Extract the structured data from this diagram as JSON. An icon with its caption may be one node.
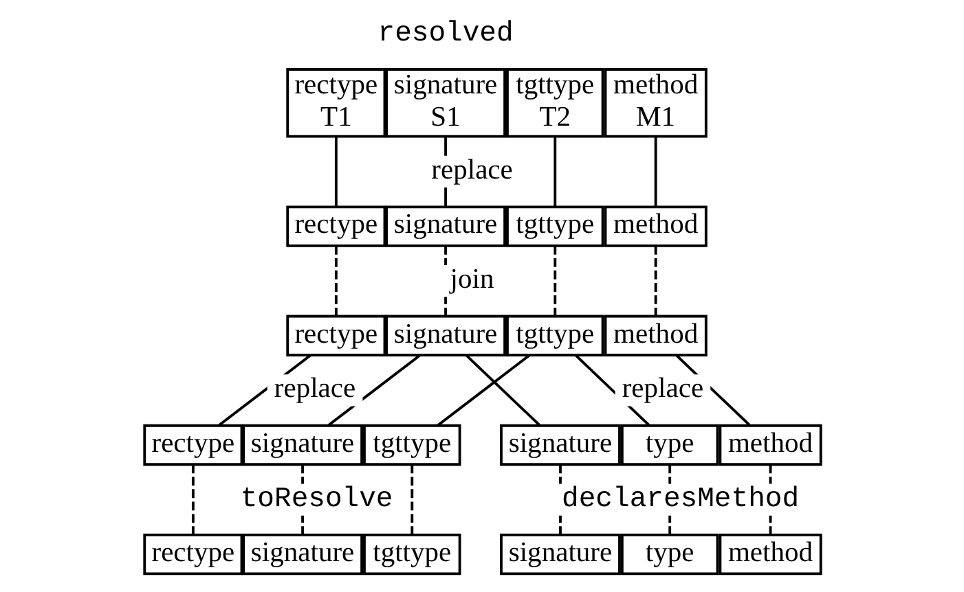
{
  "diagram": {
    "nodes": [
      {
        "text": [
          "rectype",
          "T1"
        ]
      },
      {
        "text": [
          "signature",
          "S1"
        ]
      },
      {
        "text": [
          "tgttype",
          "T2"
        ]
      },
      {
        "text": [
          "method",
          "M1"
        ]
      },
      {
        "text": [
          "rectype"
        ]
      },
      {
        "text": [
          "signature"
        ]
      },
      {
        "text": [
          "tgttype"
        ]
      },
      {
        "text": [
          "method"
        ]
      },
      {
        "text": [
          "rectype"
        ]
      },
      {
        "text": [
          "signature"
        ]
      },
      {
        "text": [
          "tgttype"
        ]
      },
      {
        "text": [
          "method"
        ]
      },
      {
        "text": [
          "rectype"
        ]
      },
      {
        "text": [
          "signature"
        ]
      },
      {
        "text": [
          "tgttype"
        ]
      },
      {
        "text": [
          "signature"
        ]
      },
      {
        "text": [
          "type"
        ]
      },
      {
        "text": [
          "method"
        ]
      },
      {
        "text": [
          "rectype"
        ]
      },
      {
        "text": [
          "signature"
        ]
      },
      {
        "text": [
          "tgttype"
        ]
      },
      {
        "text": [
          "signature"
        ]
      },
      {
        "text": [
          "type"
        ]
      },
      {
        "text": [
          "method"
        ]
      }
    ],
    "edges": [
      {
        "from": 0,
        "to": 4,
        "arrow": "none"
      },
      {
        "from": 1,
        "to": 5,
        "arrow": "none"
      },
      {
        "from": 2,
        "to": 6,
        "arrow": "none"
      },
      {
        "from": 3,
        "to": 7,
        "arrow": "none"
      },
      {
        "from": 4,
        "to": 8,
        "arrow": "none",
        "style": "dashed"
      },
      {
        "from": 5,
        "to": 9,
        "arrow": "none",
        "style": "dashed"
      },
      {
        "from": 6,
        "to": 10,
        "arrow": "none",
        "style": "dashed"
      },
      {
        "from": 7,
        "to": 11,
        "arrow": "none",
        "style": "dashed"
      },
      {
        "from": 8,
        "to": 12,
        "arrow": "none"
      },
      {
        "from": 9,
        "to": 13,
        "arrow": "none"
      },
      {
        "from": 10,
        "to": 14,
        "arrow": "none"
      },
      {
        "from": 9,
        "to": 15,
        "arrow": "none"
      },
      {
        "from": 10,
        "to": 16,
        "arrow": "none"
      },
      {
        "from": 11,
        "to": 17,
        "arrow": "none"
      },
      {
        "from": 12,
        "to": 18,
        "arrow": "none",
        "style": "dashed"
      },
      {
        "from": 13,
        "to": 19,
        "arrow": "none",
        "style": "dashed"
      },
      {
        "from": 14,
        "to": 20,
        "arrow": "none",
        "style": "dashed"
      },
      {
        "from": 15,
        "to": 21,
        "arrow": "none",
        "style": "dashed"
      },
      {
        "from": 16,
        "to": 22,
        "arrow": "none",
        "style": "dashed"
      },
      {
        "from": 17,
        "to": 23,
        "arrow": "none",
        "style": "dashed"
      }
    ],
    "labels": [
      "resolved",
      "replace",
      "join",
      "replace",
      "replace",
      "toResolve",
      "declaresMethod"
    ]
  }
}
